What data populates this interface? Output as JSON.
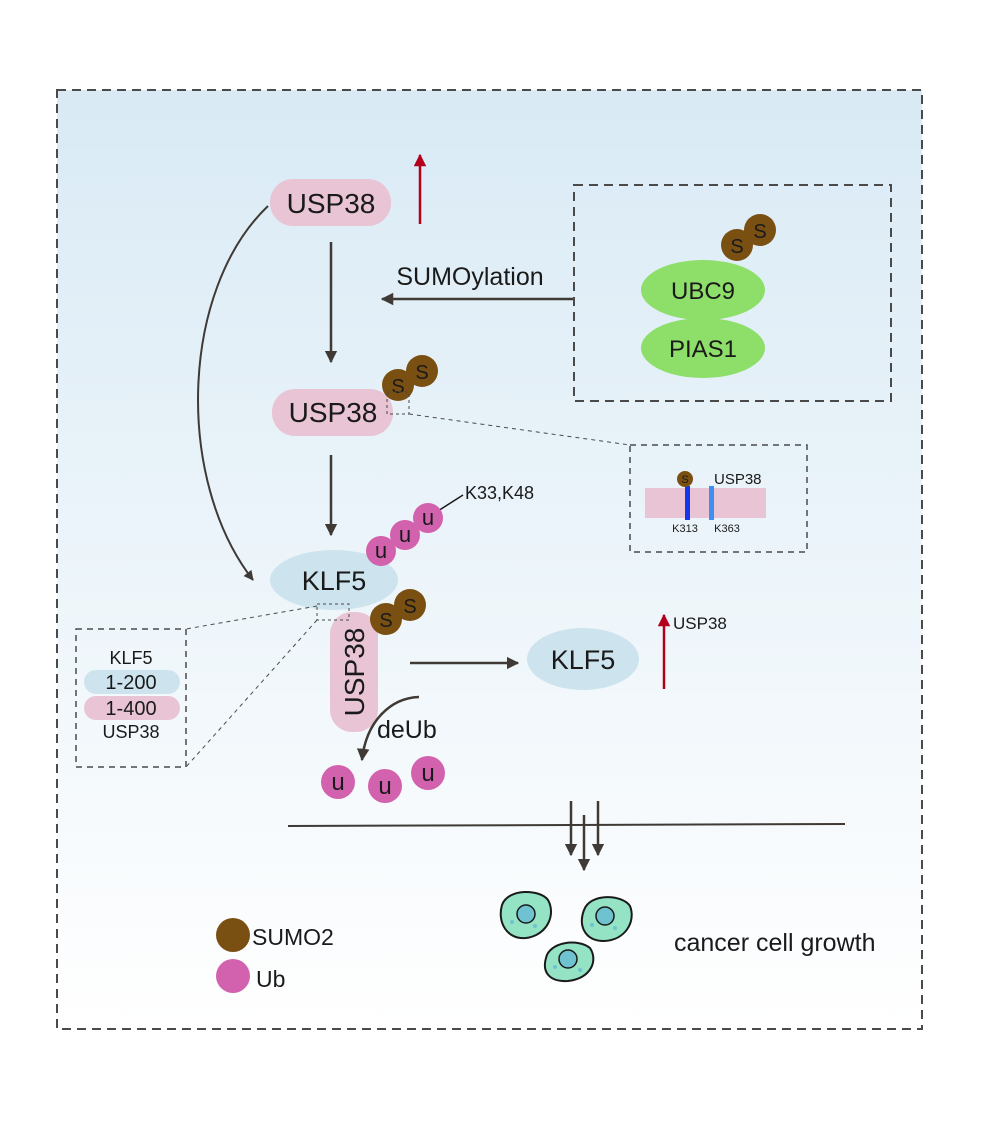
{
  "labels": {
    "usp38_top": "USP38",
    "usp38_mid": "USP38",
    "usp38_vert": "USP38",
    "sumoylation": "SUMOylation",
    "ubc9": "UBC9",
    "pias1": "PIAS1",
    "klf5_main": "KLF5",
    "klf5_right": "KLF5",
    "k33k48": "K33,K48",
    "deub": "deUb",
    "usp38_up": "USP38",
    "cancer": "cancer cell growth"
  },
  "sumo_letter": "S",
  "ub_letter": "u",
  "domain_box": {
    "s_letter": "S",
    "title": "USP38",
    "site1": "K313",
    "site2": "K363"
  },
  "interaction_box": {
    "klf5": "KLF5",
    "range1": "1-200",
    "range2": "1-400",
    "usp38": "USP38"
  },
  "legend": {
    "sumo": "SUMO2",
    "ub": "Ub"
  },
  "colors": {
    "usp38_pink": "#e8c4d4",
    "klf5_blue": "#cde4ee",
    "green": "#8ede6a",
    "sumo_brown": "#7a4f12",
    "ub_magenta": "#d262ae",
    "red_arrow": "#b3001b",
    "cell_fill": "#93e3c4",
    "nucleus": "#6fc3d0",
    "site_blue_dark": "#1736e8",
    "site_blue_light": "#3f8ff0"
  }
}
